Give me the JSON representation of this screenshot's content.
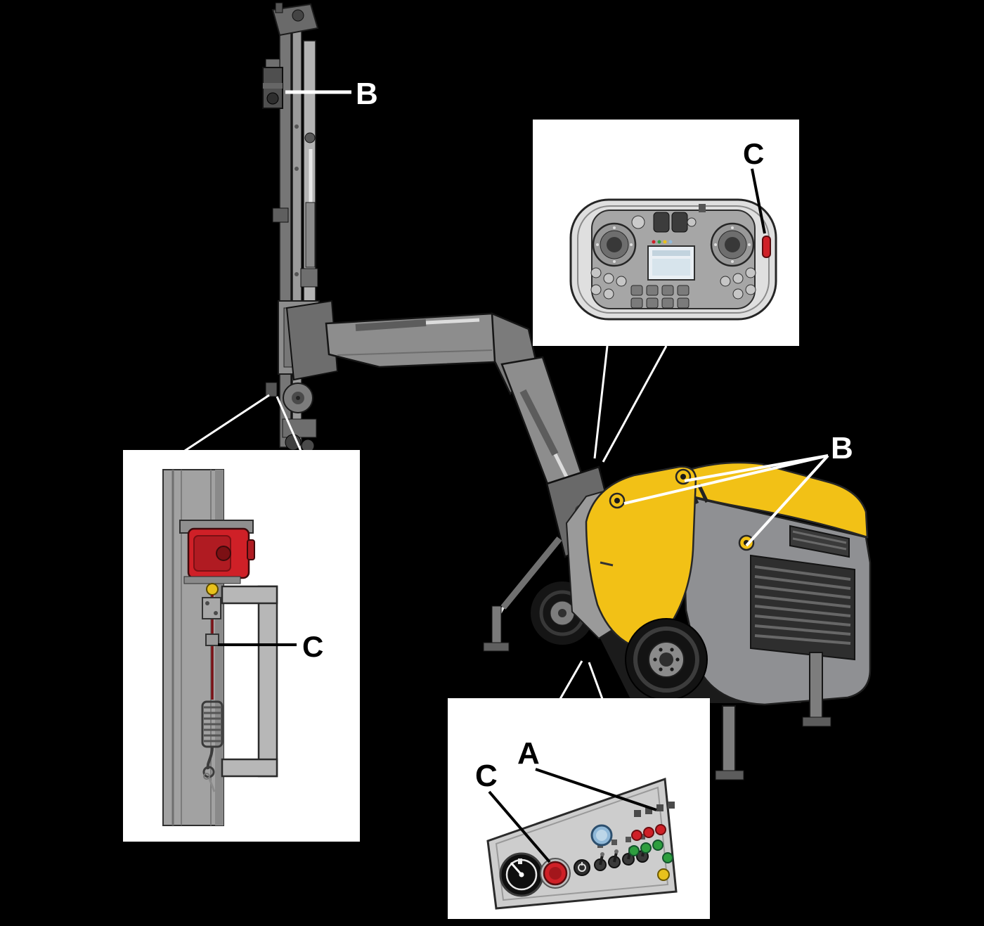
{
  "colors": {
    "background": "#000000",
    "inset_background": "#ffffff",
    "callout_line_light": "#ffffff",
    "callout_line_dark": "#000000",
    "label_light": "#ffffff",
    "label_dark": "#000000",
    "machine_yellow": "#f2c116",
    "alert_red": "#cf2027",
    "body_gray": "#8f9093",
    "panel_gray": "#cdcdcd",
    "status_green": "#2e9e3f",
    "status_yellow": "#e8c11c",
    "status_blue": "#8fb8d8"
  },
  "callouts": {
    "b_mast": {
      "label": "B"
    },
    "c_remote": {
      "label": "C"
    },
    "b_lifting_points": {
      "label": "B"
    },
    "c_wire_rope": {
      "label": "C"
    },
    "a_control_panel": {
      "label": "A"
    },
    "c_emergency_stop": {
      "label": "C"
    }
  }
}
